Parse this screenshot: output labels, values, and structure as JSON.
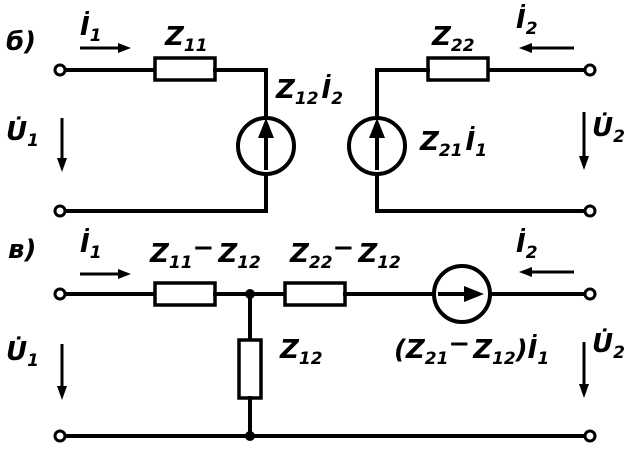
{
  "diagram": {
    "part_b": {
      "marker": "б)",
      "i1": "İ",
      "i1_sub": "1",
      "z11": "Z",
      "z11_sub": "11",
      "z12i2": "Z",
      "z12i2_sub": "12",
      "z12i2_cur": "İ",
      "z12i2_cur_sub": "2",
      "u1": "U̇",
      "u1_sub": "1",
      "z22": "Z",
      "z22_sub": "22",
      "i2": "İ",
      "i2_sub": "2",
      "z21i1": "Z",
      "z21i1_sub": "21",
      "z21i1_cur": "İ",
      "z21i1_cur_sub": "1",
      "u2": "U̇",
      "u2_sub": "2"
    },
    "part_v": {
      "marker": "в)",
      "i1": "İ",
      "i1_sub": "1",
      "z11mz12_a": "Z",
      "z11mz12_a_sub": "11",
      "z11mz12_b": "Z",
      "z11mz12_b_sub": "12",
      "z22mz12_a": "Z",
      "z22mz12_a_sub": "22",
      "z22mz12_b": "Z",
      "z22mz12_b_sub": "12",
      "i2": "İ",
      "i2_sub": "2",
      "u1": "U̇",
      "u1_sub": "1",
      "z12": "Z",
      "z12_sub": "12",
      "src_a": "Z",
      "src_a_sub": "21",
      "src_b": "Z",
      "src_b_sub": "12",
      "src_cur": "İ",
      "src_cur_sub": "1",
      "u2": "U̇",
      "u2_sub": "2",
      "minus": "−",
      "open_paren": "(",
      "close_paren": ")"
    }
  }
}
